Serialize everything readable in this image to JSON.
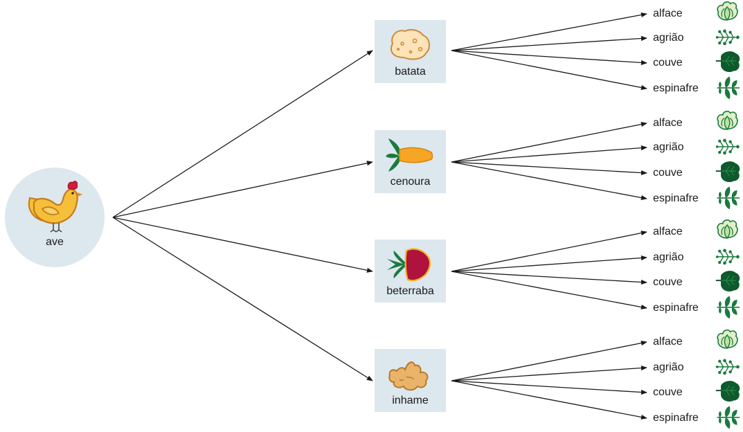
{
  "root": {
    "label": "ave",
    "icon": "chicken-icon"
  },
  "branches": [
    {
      "label": "batata",
      "icon": "potato-icon",
      "leaves": [
        {
          "label": "alface",
          "icon": "lettuce-icon"
        },
        {
          "label": "agrião",
          "icon": "watercress-icon"
        },
        {
          "label": "couve",
          "icon": "kale-icon"
        },
        {
          "label": "espinafre",
          "icon": "spinach-icon"
        }
      ]
    },
    {
      "label": "cenoura",
      "icon": "carrot-icon",
      "leaves": [
        {
          "label": "alface",
          "icon": "lettuce-icon"
        },
        {
          "label": "agrião",
          "icon": "watercress-icon"
        },
        {
          "label": "couve",
          "icon": "kale-icon"
        },
        {
          "label": "espinafre",
          "icon": "spinach-icon"
        }
      ]
    },
    {
      "label": "beterraba",
      "icon": "beet-icon",
      "leaves": [
        {
          "label": "alface",
          "icon": "lettuce-icon"
        },
        {
          "label": "agrião",
          "icon": "watercress-icon"
        },
        {
          "label": "couve",
          "icon": "kale-icon"
        },
        {
          "label": "espinafre",
          "icon": "spinach-icon"
        }
      ]
    },
    {
      "label": "inhame",
      "icon": "yam-icon",
      "leaves": [
        {
          "label": "alface",
          "icon": "lettuce-icon"
        },
        {
          "label": "agrião",
          "icon": "watercress-icon"
        },
        {
          "label": "couve",
          "icon": "kale-icon"
        },
        {
          "label": "espinafre",
          "icon": "spinach-icon"
        }
      ]
    }
  ],
  "colors": {
    "node_fill": "#dce7ee",
    "arrow": "#1a1a1a",
    "leaf_green": "#1b7a3e",
    "leaf_dark": "#0e5a2c"
  }
}
